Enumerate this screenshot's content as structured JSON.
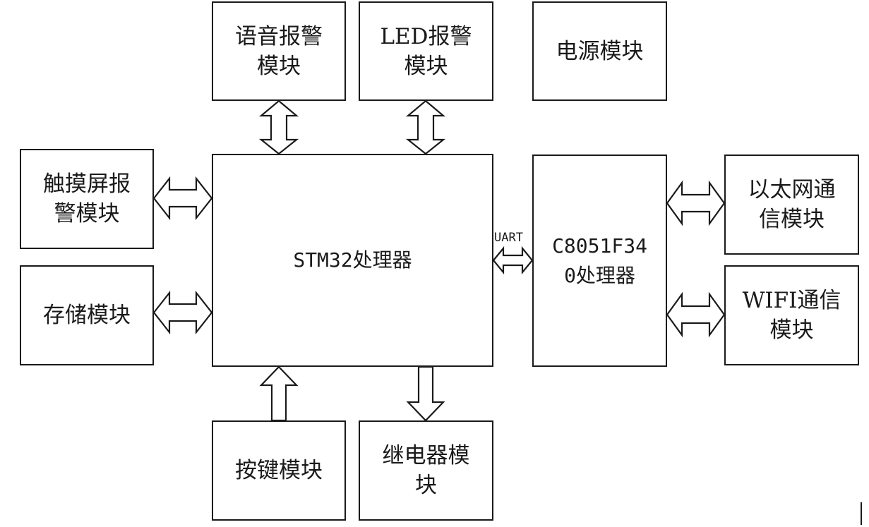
{
  "blocks": {
    "voice_alarm": "语音报警\n模块",
    "led_alarm": "LED报警\n模块",
    "power": "电源模块",
    "touch_alarm": "触摸屏报\n警模块",
    "storage": "存储模块",
    "stm32": "STM32处理器",
    "c8051": "C8051F34\n0处理器",
    "ethernet": "以太网通\n信模块",
    "wifi": "WIFI通信\n模块",
    "key": "按键模块",
    "relay": "继电器模\n块"
  },
  "links": {
    "uart": "UART"
  },
  "colors": {
    "stroke": "#1a1a1a",
    "fill": "#ffffff"
  }
}
